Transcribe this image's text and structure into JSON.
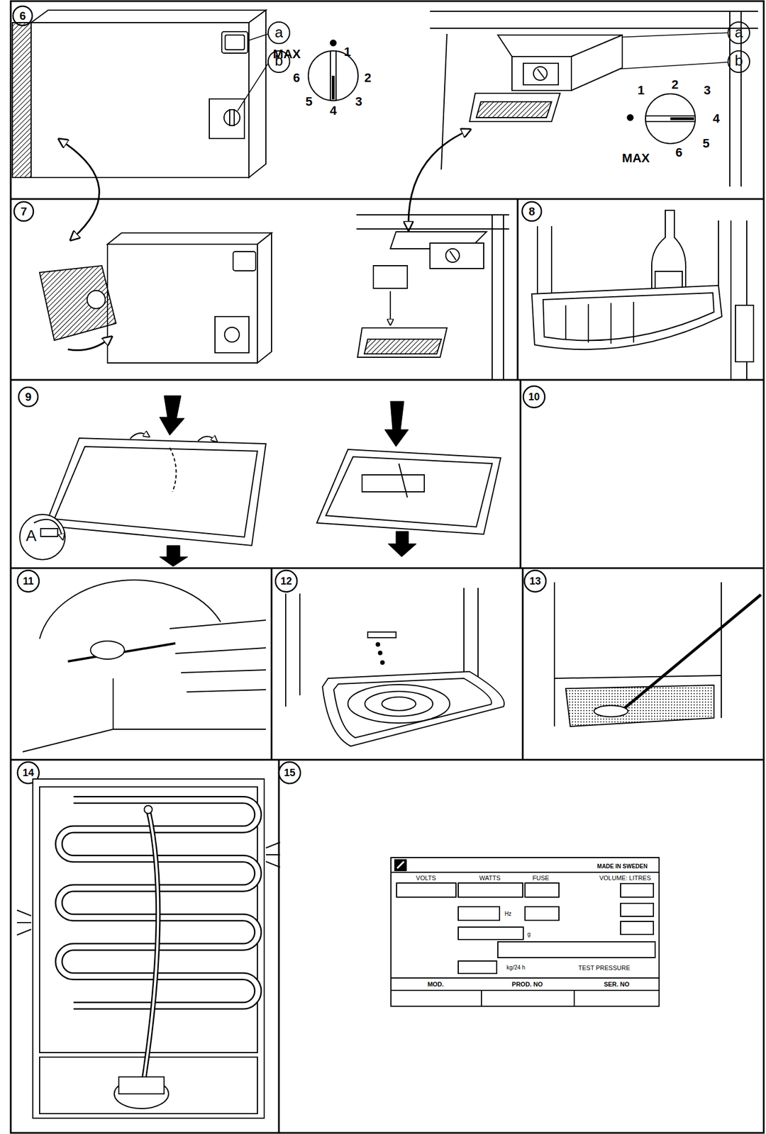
{
  "diagram": {
    "labels": [
      "6",
      "a",
      "b",
      "MAX",
      "1",
      "2",
      "3",
      "4",
      "5",
      "6",
      "a",
      "b",
      "1",
      "2",
      "3",
      "4",
      "MAX",
      "5",
      "6",
      "7",
      "8",
      "9",
      "A",
      "10",
      "11",
      "12",
      "13",
      "14",
      "15",
      "MADE IN SWEDEN",
      "VOLTS",
      "WATTS",
      "FUSE",
      "VOLUME: LITRES",
      "Hz",
      "g",
      "kg/24 h",
      "TEST PRESSURE",
      "MOD.",
      "PROD. NO",
      "SER. NO"
    ]
  }
}
